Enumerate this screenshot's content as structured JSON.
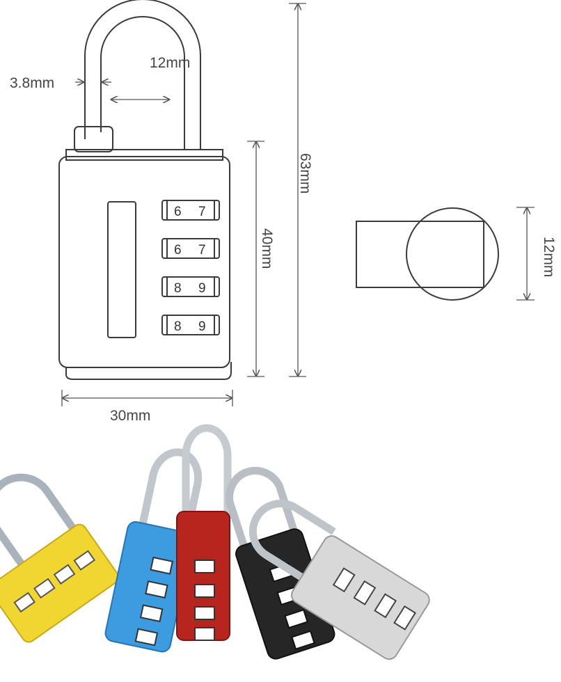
{
  "dimensions": {
    "shackle_thickness": "3.8mm",
    "shackle_inner_width": "12mm",
    "total_height": "63mm",
    "body_height": "40mm",
    "body_width": "30mm",
    "body_depth": "12mm"
  },
  "dials": [
    {
      "left": "6",
      "right": "7"
    },
    {
      "left": "6",
      "right": "7"
    },
    {
      "left": "8",
      "right": "9"
    },
    {
      "left": "8",
      "right": "9"
    }
  ],
  "product_colors": [
    "#f1d632",
    "#3d9be0",
    "#b8251e",
    "#262626",
    "#d8d8d8"
  ]
}
